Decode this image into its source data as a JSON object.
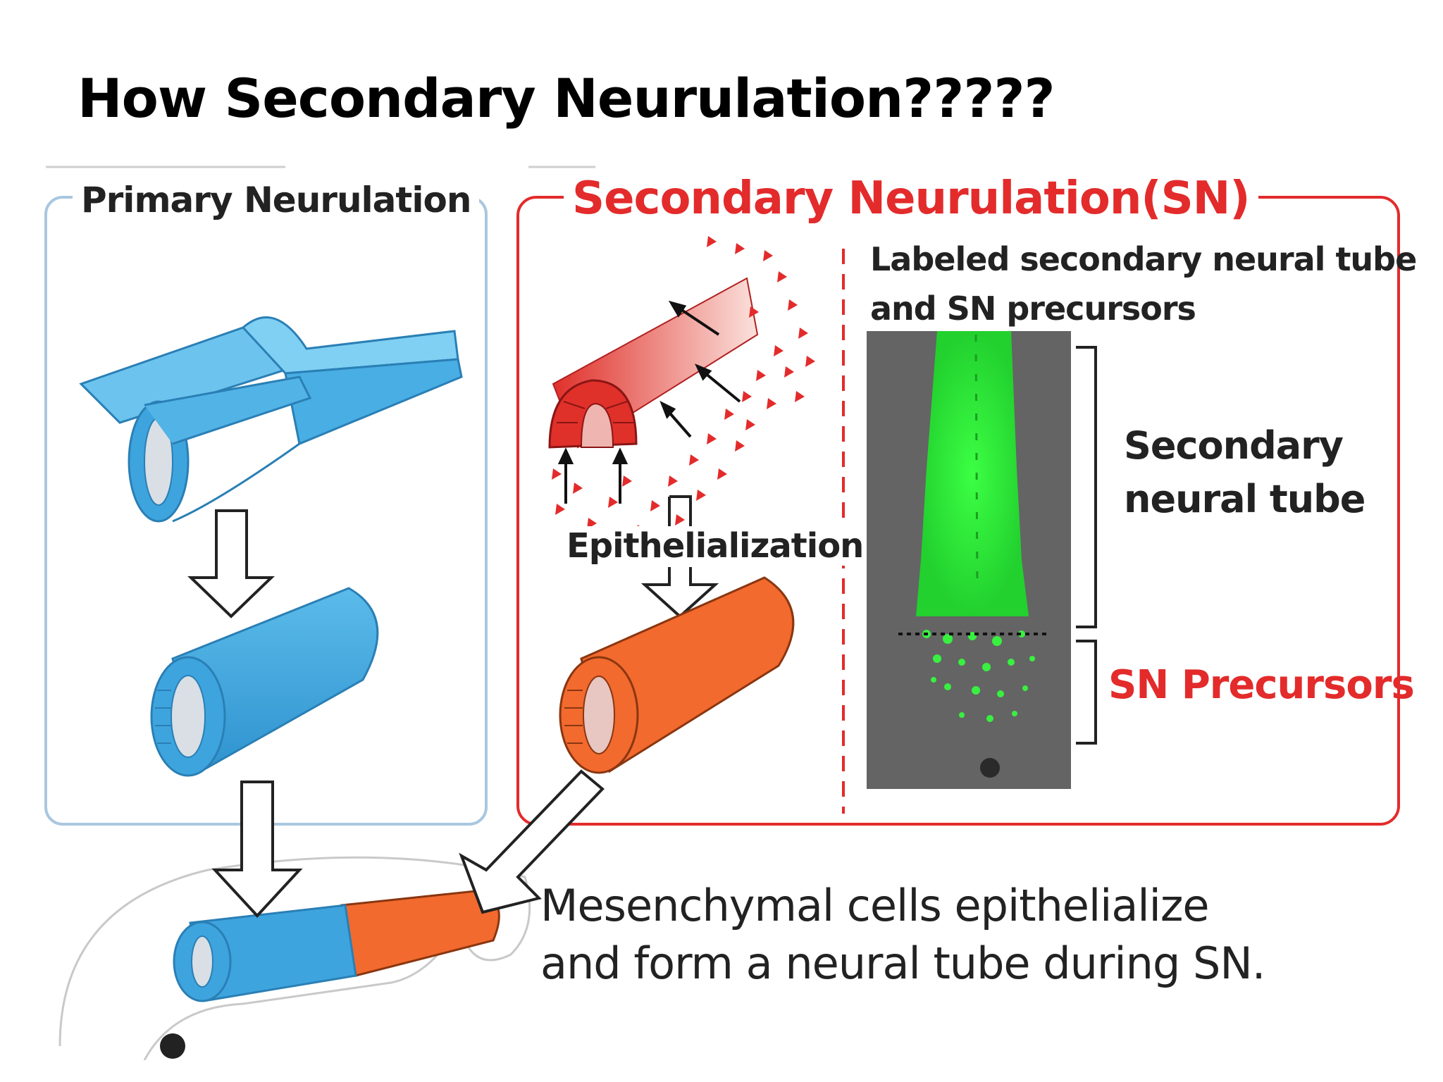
{
  "slide": {
    "title": "How Secondary Neurulation?????"
  },
  "figure": {
    "primary_title": "Primary Neurulation",
    "secondary_title": "Secondary Neurulation(SN)",
    "labeled_line1": "Labeled secondary neural tube",
    "labeled_line2": "and SN precursors",
    "epithelialization": "Epithelialization",
    "secondary_tube_line1": "Secondary",
    "secondary_tube_line2": "neural tube",
    "sn_precursors": "SN Precursors",
    "caption_line1": "Mesenchymal cells epithelialize",
    "caption_line2": "and form a neural tube during SN."
  },
  "colors": {
    "primary_blue": "#4aaee3",
    "sheet_blue": "#6cc4ee",
    "sn_red": "#e32b2b",
    "sn_orange": "#f26a2e",
    "label_green": "#2ee83c",
    "micrograph_gray": "#5e5e5e"
  }
}
